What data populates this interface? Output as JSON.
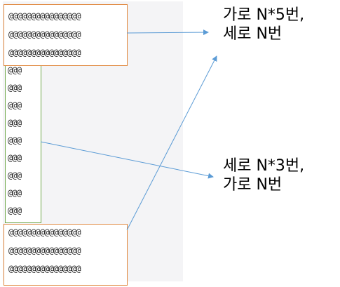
{
  "top_box": {
    "rows": [
      "@@@@@@@@@@@@@@@@",
      "@@@@@@@@@@@@@@@@",
      "@@@@@@@@@@@@@@@@"
    ]
  },
  "middle_box": {
    "rows": [
      "@@@",
      "@@@",
      "@@@",
      "@@@",
      "@@@",
      "@@@",
      "@@@",
      "@@@",
      "@@@"
    ]
  },
  "bottom_box": {
    "rows": [
      "@@@@@@@@@@@@@@@@",
      "@@@@@@@@@@@@@@@@",
      "@@@@@@@@@@@@@@@@"
    ]
  },
  "label_top": {
    "line1": "가로 N*5번,",
    "line2": "세로 N번"
  },
  "label_bottom": {
    "line1": "세로 N*3번,",
    "line2": "가로 N번"
  },
  "colors": {
    "wide_box_border": "#e0873d",
    "narrow_box_border": "#6fa84a",
    "arrow": "#5b9bd5",
    "panel_background": "#f4f4f6"
  }
}
